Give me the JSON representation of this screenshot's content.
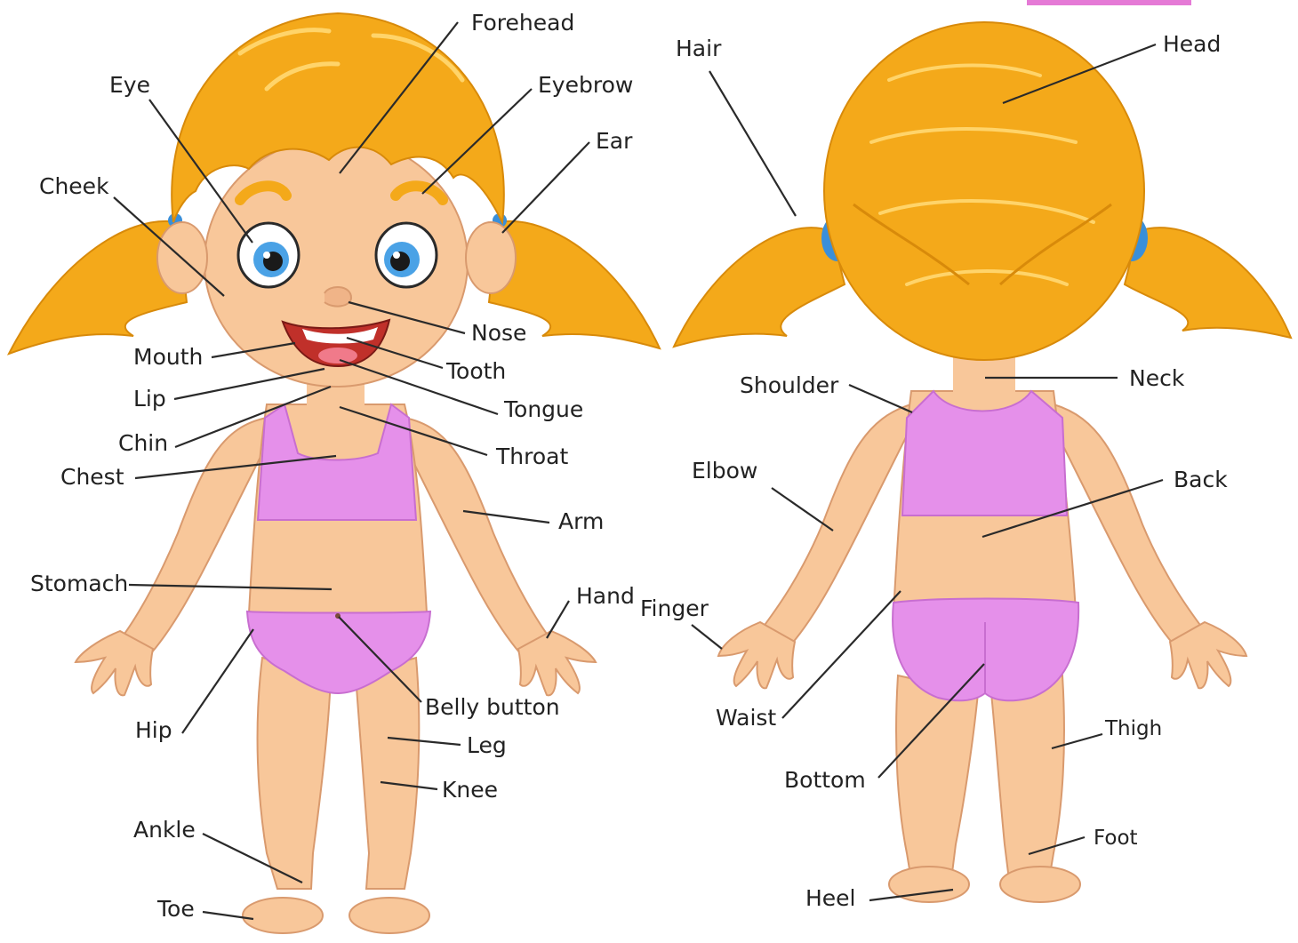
{
  "colors": {
    "hair": "#f4a91a",
    "hair_shade": "#e0900c",
    "hair_highlight": "#ffd46a",
    "skin": "#f8c79a",
    "skin_shade": "#eaa478",
    "swimsuit": "#e590ea",
    "swimsuit_shade": "#c86ed0",
    "hair_tie": "#3a8fd9",
    "eye_iris": "#4aa2e6",
    "mouth": "#c0302a",
    "line": "#2a2a2a",
    "banner": "#e57ad6"
  },
  "front_labels": {
    "forehead": "Forehead",
    "eye": "Eye",
    "eyebrow": "Eyebrow",
    "ear": "Ear",
    "cheek": "Cheek",
    "nose": "Nose",
    "mouth": "Mouth",
    "tooth": "Tooth",
    "lip": "Lip",
    "tongue": "Tongue",
    "chin": "Chin",
    "throat": "Throat",
    "chest": "Chest",
    "arm": "Arm",
    "stomach": "Stomach",
    "hand": "Hand",
    "belly_button": "Belly button",
    "hip": "Hip",
    "leg": "Leg",
    "knee": "Knee",
    "ankle": "Ankle",
    "toe": "Toe"
  },
  "back_labels": {
    "hair": "Hair",
    "head": "Head",
    "shoulder": "Shoulder",
    "neck": "Neck",
    "elbow": "Elbow",
    "back": "Back",
    "finger": "Finger",
    "waist": "Waist",
    "thigh": "Thigh",
    "bottom": "Bottom",
    "foot": "Foot",
    "heel": "Heel"
  }
}
